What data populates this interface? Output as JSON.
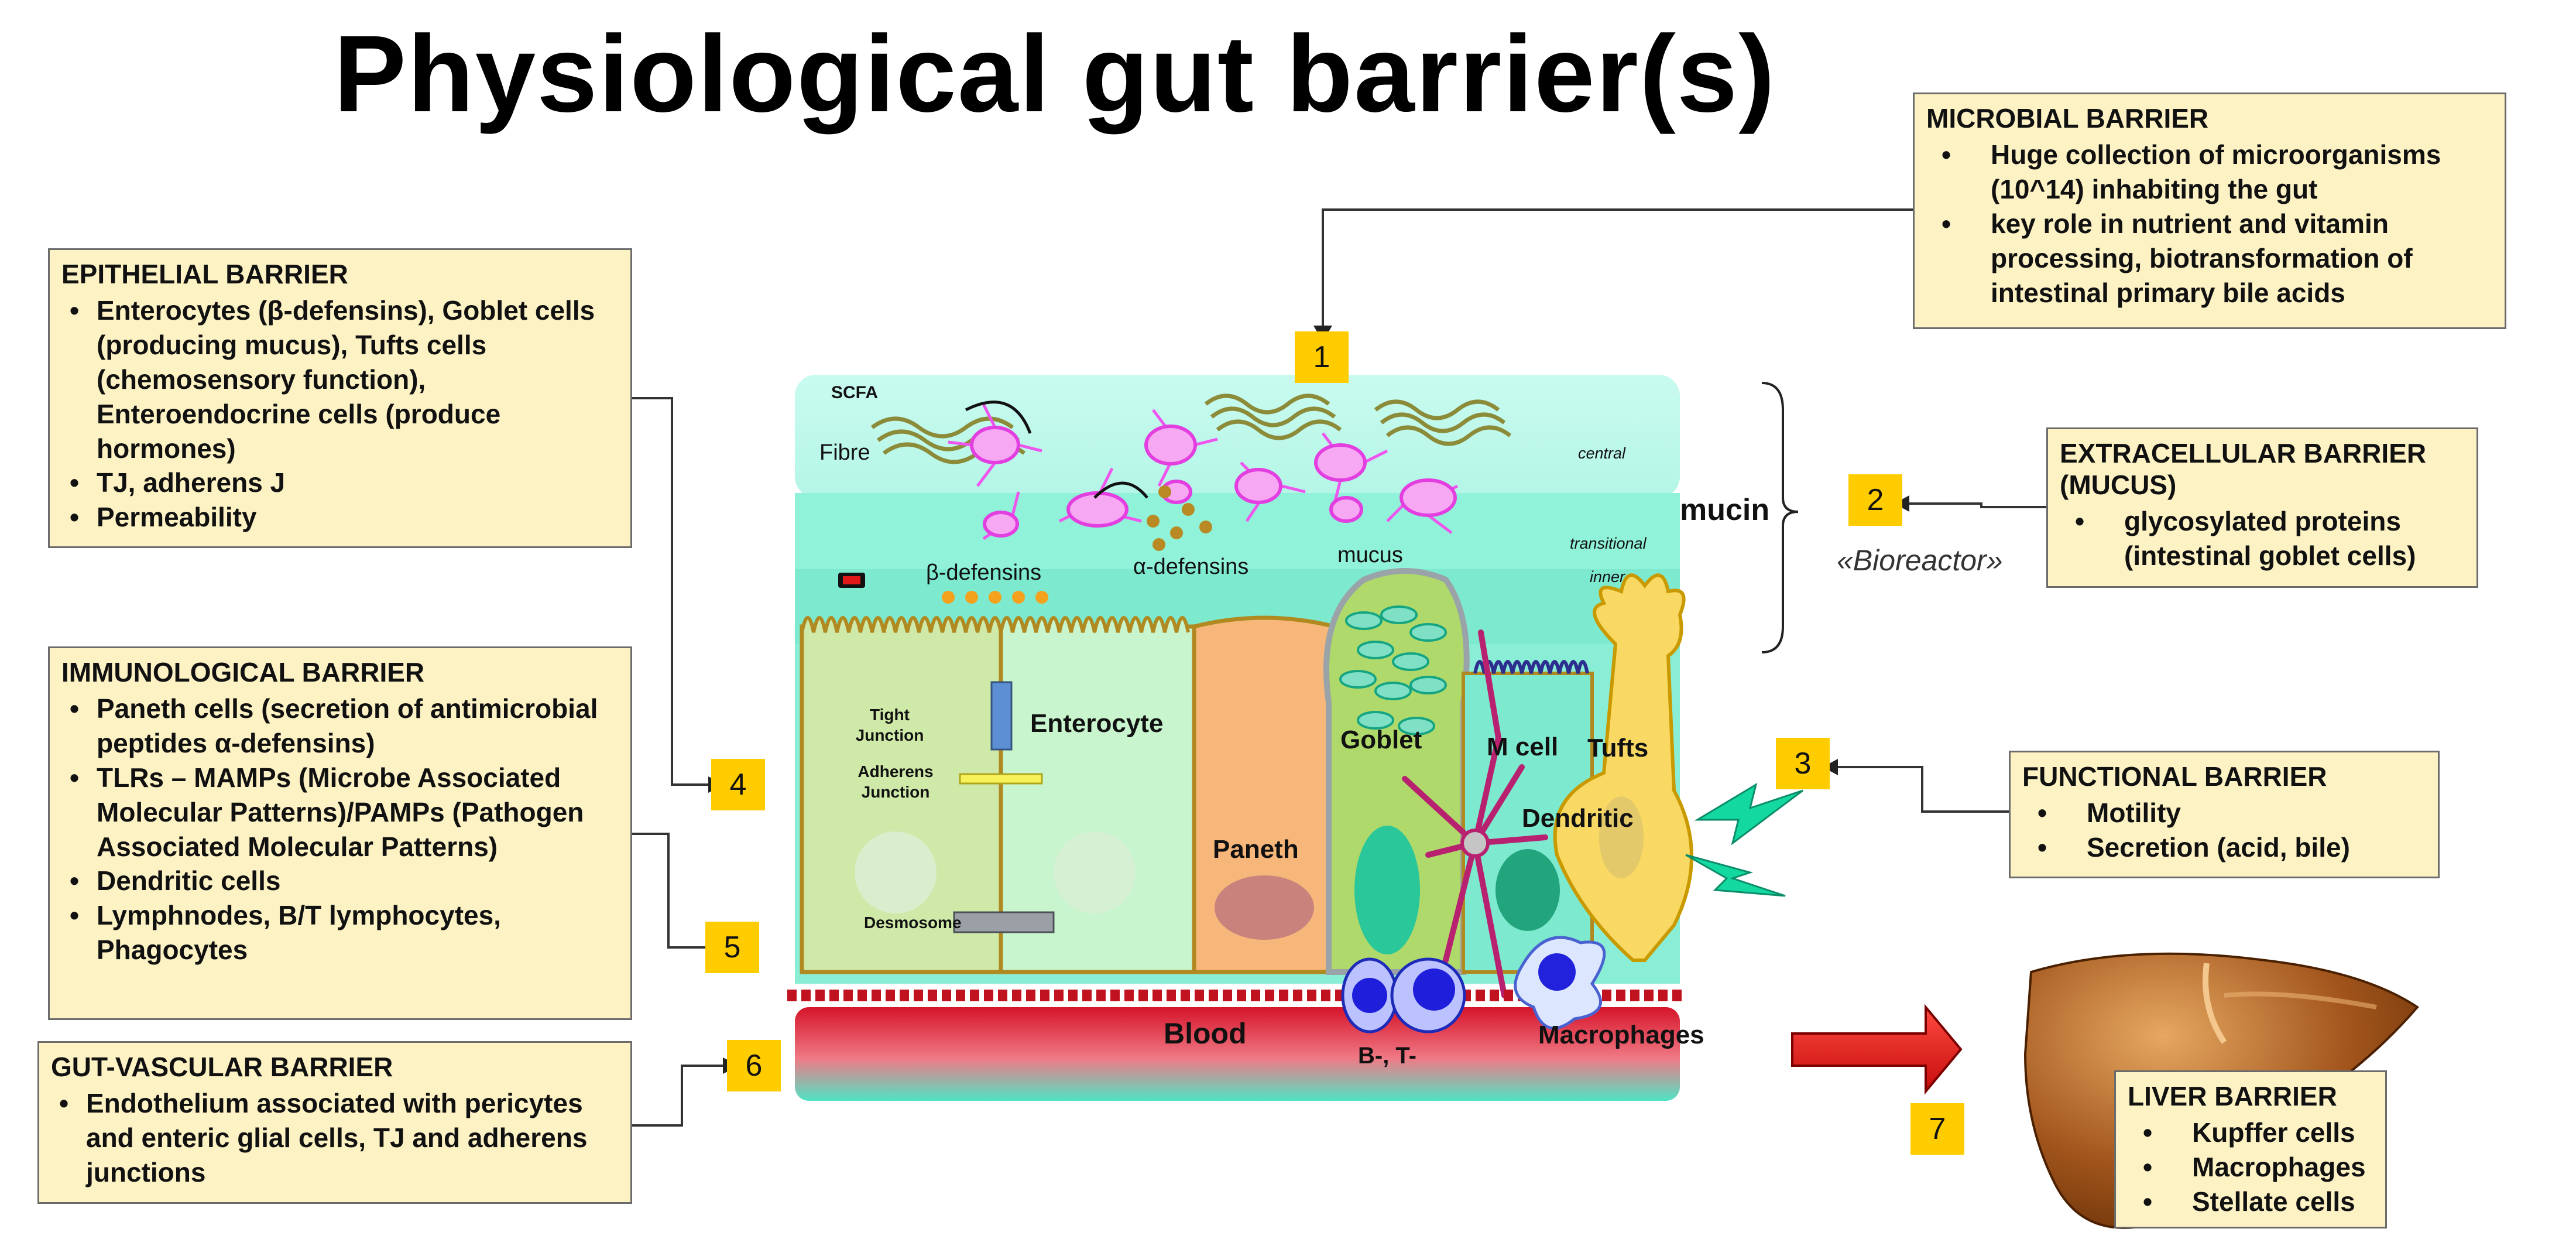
{
  "title": "Physiological gut barrier(s)",
  "colors": {
    "box_fill": "#fdf2c4",
    "number_badge": "#ffcc00",
    "arrow_red": "#e8161b",
    "blood_red": "#d8182b",
    "mucus_cyan": "#9ff5df",
    "microbe_pink": "#ee55ee"
  },
  "microbial": {
    "heading": "MICROBIAL BARRIER",
    "items": [
      "Huge collection  of microorganisms (10^14) inhabiting the gut",
      "key role in nutrient and vitamin processing, biotransformation of intestinal primary  bile acids"
    ]
  },
  "epithelial": {
    "heading": "EPITHELIAL BARRIER",
    "items": [
      "Enterocytes (β-defensins), Goblet cells (producing mucus),  Tufts cells (chemosensory function), Enteroendocrine cells (produce hormones)",
      "TJ, adherens J",
      "Permeability"
    ]
  },
  "immunological": {
    "heading": "IMMUNOLOGICAL BARRIER",
    "items": [
      "Paneth cells (secretion of antimicrobial peptides α-defensins)",
      "TLRs – MAMPs (Microbe Associated Molecular Patterns)/PAMPs (Pathogen Associated Molecular Patterns)",
      "Dendritic cells",
      "Lymphnodes, B/T lymphocytes, Phagocytes"
    ]
  },
  "gut_vascular": {
    "heading": "GUT-VASCULAR BARRIER",
    "items": [
      "Endothelium associated with pericytes and enteric glial cells, TJ and adherens junctions"
    ]
  },
  "extracellular": {
    "heading": "EXTRACELLULAR BARRIER (MUCUS)",
    "items": [
      "glycosylated  proteins (intestinal goblet cells)"
    ]
  },
  "functional": {
    "heading": "FUNCTIONAL BARRIER",
    "items": [
      "Motility",
      "Secretion (acid, bile)"
    ]
  },
  "liver": {
    "heading": "LIVER BARRIER",
    "items": [
      "Kupffer cells",
      "Macrophages",
      "Stellate cells"
    ]
  },
  "numbers": [
    "1",
    "2",
    "3",
    "4",
    "5",
    "6",
    "7"
  ],
  "labels": {
    "scfa": "SCFA",
    "fibre": "Fibre",
    "central": "central",
    "transitional": "transitional",
    "inner": "inner",
    "mucin": "mucin",
    "bioreactor": "«Bioreactor»",
    "beta_defensins": "β-defensins",
    "alpha_defensins": "α-defensins",
    "mucus": "mucus",
    "tight_junction": "Tight Junction",
    "adherens_junction": "Adherens Junction",
    "desmosome": "Desmosome",
    "enterocyte": "Enterocyte",
    "paneth": "Paneth",
    "goblet": "Goblet",
    "m_cell": "M cell",
    "tufts": "Tufts",
    "dendritic": "Dendritic",
    "blood": "Blood",
    "bt": "B-, T-",
    "macrophages": "Macrophages"
  },
  "icons": [
    "microbe-icon",
    "fibre-icon",
    "liver-icon",
    "lightning-icon",
    "red-arrow-icon"
  ]
}
